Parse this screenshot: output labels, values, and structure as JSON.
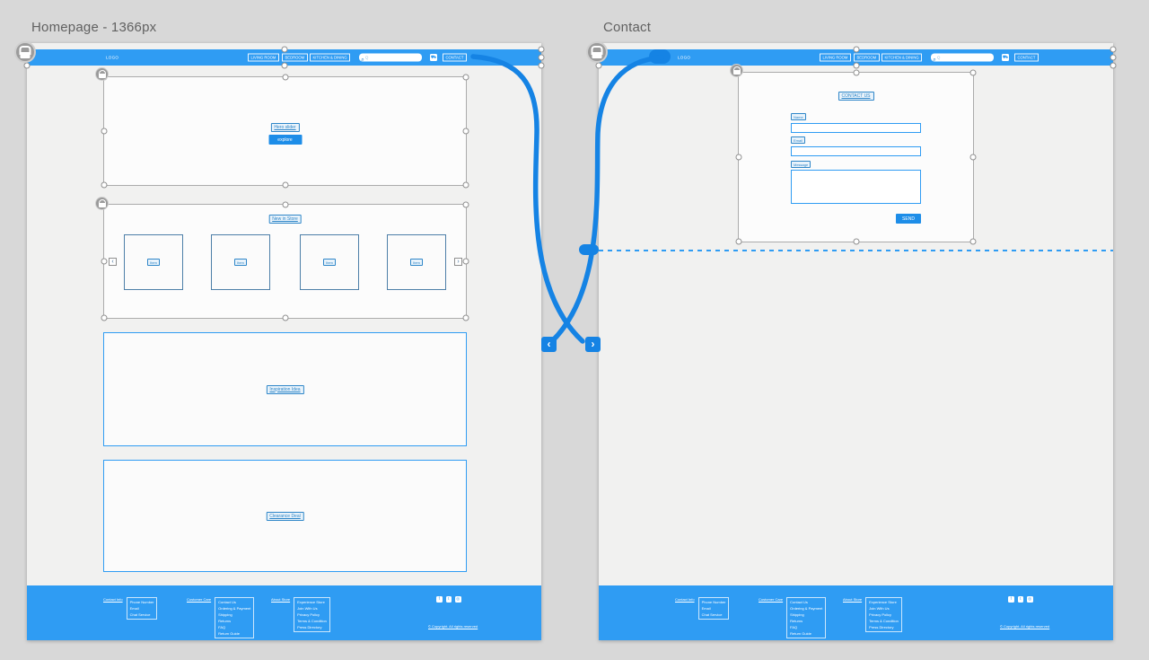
{
  "app": {
    "colors": {
      "accent": "#2f9cf3",
      "wire": "#1583e4",
      "canvas": "#d8d8d8",
      "label_blue": "#2e86c8"
    }
  },
  "artboards": {
    "homepage": {
      "title": "Homepage - 1366px"
    },
    "contact": {
      "title": "Contact"
    }
  },
  "nav": {
    "logo": "LOGO",
    "items": [
      "LIVING ROOM",
      "BEDROOM",
      "KITCHEN & DINING"
    ],
    "search_placeholder": "Q",
    "contact_label": "CONTACT"
  },
  "homepage": {
    "hero": {
      "label": "Hero slider",
      "button_label": "explore"
    },
    "new_in_store": {
      "title": "New in Store",
      "items": [
        "Item",
        "Item",
        "Item",
        "Item"
      ],
      "prev_icon": "‹",
      "next_icon": "›"
    },
    "inspiration_label": "Inspiration Idea",
    "clearance_label": "Clearance Deal"
  },
  "contact_page": {
    "form": {
      "title": "CONTACT US",
      "fields": [
        {
          "label": "Name"
        },
        {
          "label": "Email"
        },
        {
          "label": "Message"
        }
      ],
      "send_label": "SEND"
    }
  },
  "footer": {
    "columns": [
      {
        "heading": "Contact Info",
        "links": [
          "Phone Number",
          "Email",
          "Chat Service"
        ]
      },
      {
        "heading": "Customer Care",
        "links": [
          "Contact Us",
          "Ordering & Payment",
          "Shipping",
          "Returns",
          "FAQ",
          "Return Guide"
        ]
      },
      {
        "heading": "About Store",
        "links": [
          "Experience Store",
          "Join With Us",
          "Privacy Policy",
          "Terms & Condition",
          "Press Directory"
        ]
      }
    ],
    "social": [
      {
        "name": "facebook-icon",
        "glyph": "f"
      },
      {
        "name": "twitter-icon",
        "glyph": "t"
      },
      {
        "name": "instagram-icon",
        "glyph": "◎"
      }
    ],
    "copyright": "© Copyright. All rights reserved"
  },
  "connectors": {
    "back_glyph": "‹",
    "forward_glyph": "›"
  }
}
